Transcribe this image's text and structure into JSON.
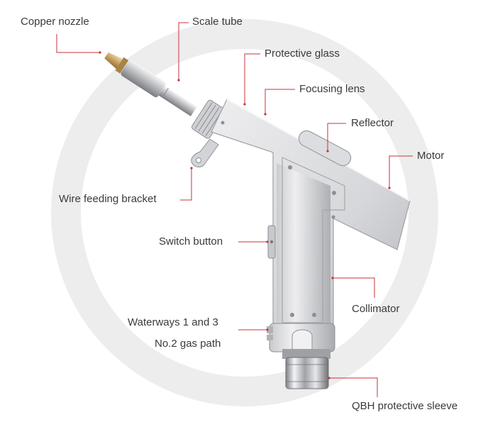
{
  "diagram": {
    "labels": {
      "copper_nozzle": "Copper nozzle",
      "scale_tube": "Scale tube",
      "protective_glass": "Protective glass",
      "focusing_lens": "Focusing lens",
      "reflector": "Reflector",
      "motor": "Motor",
      "wire_feeding_bracket": "Wire feeding bracket",
      "switch_button": "Switch button",
      "collimator": "Collimator",
      "waterways": "Waterways 1 and 3",
      "gas_path": "No.2 gas path",
      "qbh_sleeve": "QBH protective sleeve"
    },
    "colors": {
      "leader_line": "#c8323a",
      "text": "#3a3a3a",
      "ring": "#ececec",
      "metal_light": "#e4e4e6",
      "metal_mid": "#c4c5c8",
      "metal_dark": "#8e9094",
      "brass": "#d8b47a"
    }
  }
}
